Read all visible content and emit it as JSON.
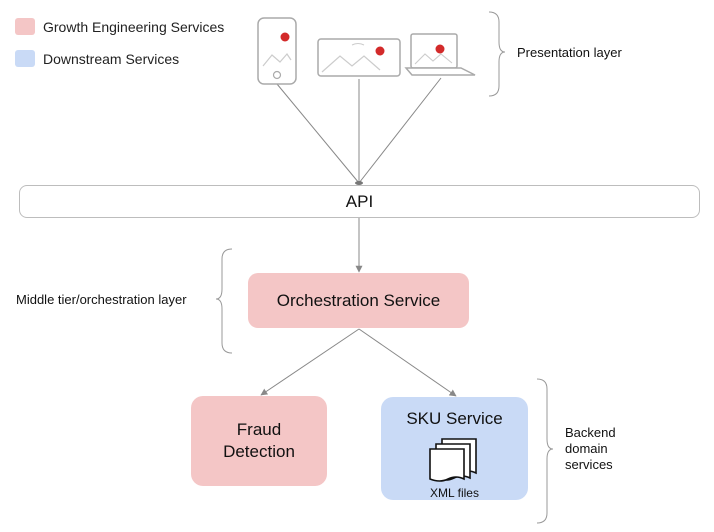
{
  "legend": {
    "items": [
      {
        "label": "Growth Engineering Services",
        "color": "#f4c6c6"
      },
      {
        "label": "Downstream Services",
        "color": "#c9daf6"
      }
    ]
  },
  "layers": {
    "presentation": "Presentation layer",
    "middle": "Middle tier/orchestration layer",
    "backend": "Backend\ndomain\nservices"
  },
  "api": {
    "label": "API"
  },
  "orchestration": {
    "label": "Orchestration Service",
    "color": "#f4c6c6"
  },
  "fraud": {
    "label": "Fraud\nDetection",
    "color": "#f4c6c6"
  },
  "sku": {
    "label": "SKU Service",
    "files_label": "XML files",
    "color": "#c9daf6"
  },
  "devices": [
    "phone-icon",
    "tv-icon",
    "laptop-icon"
  ],
  "accent": "#d32a2a"
}
